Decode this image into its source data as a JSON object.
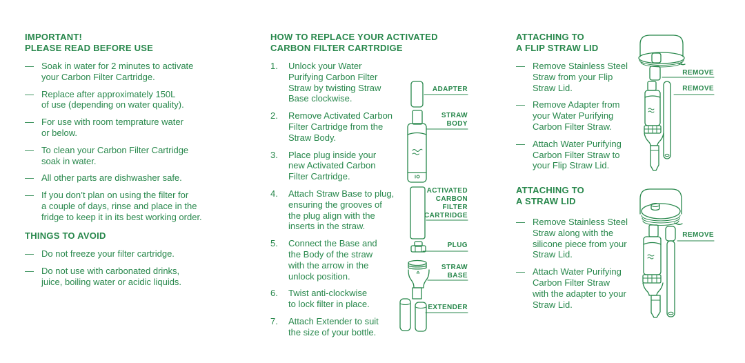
{
  "theme": {
    "green": "#27874b",
    "background": "#ffffff"
  },
  "glyphs": {
    "dash": "—"
  },
  "left": {
    "important": {
      "heading": "IMPORTANT!\nPLEASE READ BEFORE USE",
      "items": [
        "Soak in water for 2 minutes to activate\nyour Carbon Filter Cartridge.",
        "Replace after approximately 150L\nof use (depending on water quality).",
        "For use with room temprature water\nor below.",
        "To clean your Carbon Filter Cartridge\nsoak in water.",
        "All other parts are dishwasher safe.",
        "If you don’t plan on using the filter for\na couple of days, rinse and place in the\nfridge to keep it in its best working order."
      ]
    },
    "avoid": {
      "heading": "THINGS TO AVOID",
      "items": [
        "Do not freeze your filter cartridge.",
        "Do not use with carbonated drinks,\njuice, boiling water or acidic liquids."
      ]
    }
  },
  "middle": {
    "heading": "HOW TO REPLACE YOUR ACTIVATED\nCARBON FILTER CARTRDIGE",
    "steps": [
      {
        "num": "1.",
        "text": "Unlock your Water\nPurifying Carbon Filter\nStraw by twisting Straw\nBase clockwise."
      },
      {
        "num": "2.",
        "text": "Remove Activated Carbon\nFilter Cartridge from the\nStraw Body."
      },
      {
        "num": "3.",
        "text": "Place plug inside your\nnew Activated Carbon\nFilter Cartridge."
      },
      {
        "num": "4.",
        "text": "Attach Straw Base to plug,\nensuring the grooves of\nthe plug align with the\ninserts in the straw."
      },
      {
        "num": "5.",
        "text": "Connect the Base and\nthe Body of the straw\nwith the arrow in the\nunlock position."
      },
      {
        "num": "6.",
        "text": "Twist anti-clockwise\nto lock filter in place."
      },
      {
        "num": "7.",
        "text": "Attach Extender to suit\nthe size of your bottle."
      }
    ],
    "part_labels": {
      "adapter": "ADAPTER",
      "straw_body": "STRAW\nBODY",
      "cartridge": "ACTIVATED\nCARBON\nFILTER\nCARTRIDGE",
      "plug": "PLUG",
      "straw_base": "STRAW\nBASE",
      "extender": "EXTENDER"
    }
  },
  "right": {
    "flip": {
      "heading": "ATTACHING TO\nA FLIP STRAW LID",
      "items": [
        "Remove Stainless Steel\nStraw from your Flip\nStraw Lid.",
        "Remove Adapter from\nyour Water Purifying\nCarbon Filter Straw.",
        "Attach Water Purifying\nCarbon Filter Straw to\nyour Flip Straw Lid."
      ]
    },
    "straw": {
      "heading": "ATTACHING TO\nA STRAW LID",
      "items": [
        "Remove Stainless Steel\nStraw along with the\nsilicone piece from your\nStraw Lid.",
        "Attach Water Purifying\nCarbon Filter Straw\nwith the adapter to your\nStraw Lid."
      ]
    },
    "remove_labels": [
      "REMOVE",
      "REMOVE",
      "REMOVE"
    ]
  }
}
